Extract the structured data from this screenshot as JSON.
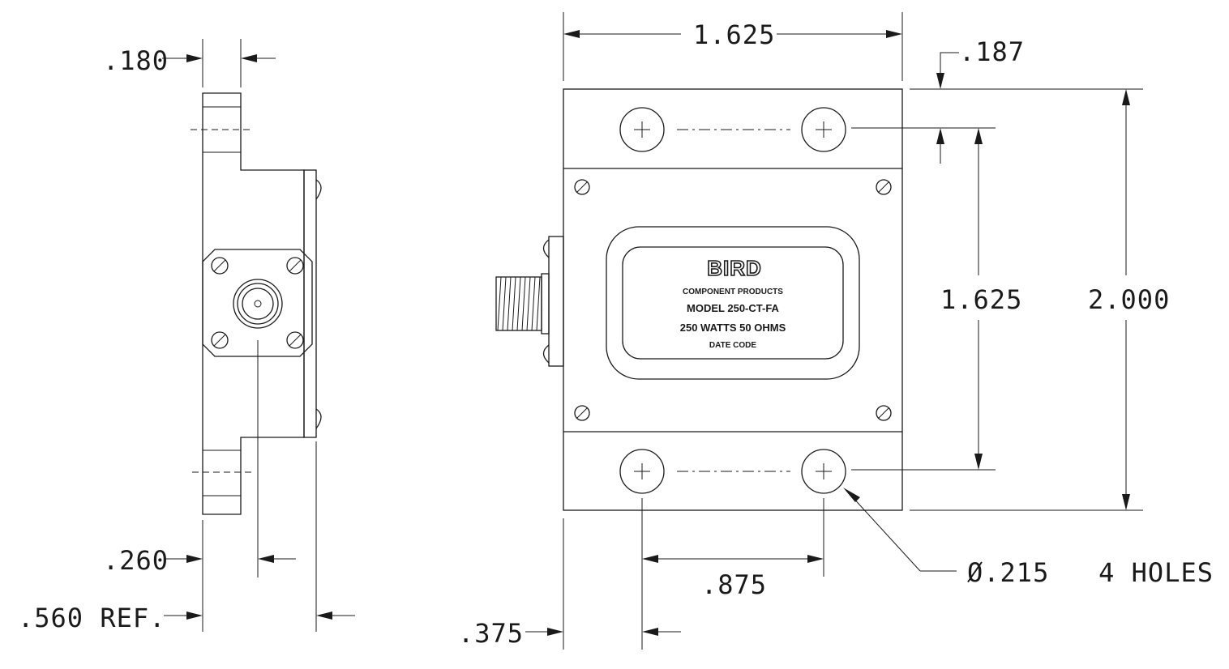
{
  "dimensions": {
    "side_top_width": ".180",
    "side_offset": ".260",
    "side_ref": ".560 REF.",
    "front_width": "1.625",
    "front_top_offset": ".187",
    "hole_spacing_v": "1.625",
    "total_height": "2.000",
    "hole_spacing_h": ".875",
    "front_left_offset": ".375",
    "hole_note": "Ø.215   4 HOLES"
  },
  "label_plate": {
    "logo": "BIRD",
    "line1": "COMPONENT PRODUCTS",
    "line2": "MODEL 250-CT-FA",
    "line3": "250 WATTS  50 OHMS",
    "line4": "DATE CODE"
  }
}
